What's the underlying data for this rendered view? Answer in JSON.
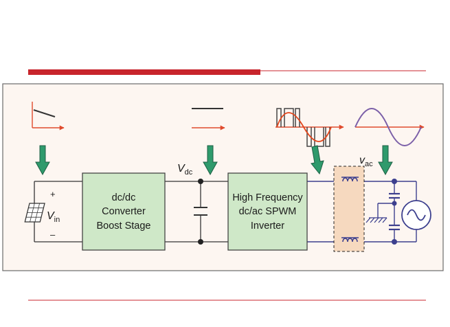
{
  "blocks": {
    "converter": {
      "line1": "dc/dc",
      "line2": "Converter",
      "line3": "Boost Stage"
    },
    "inverter": {
      "line1": "High Frequency",
      "line2": "dc/ac SPWM",
      "line3": "Inverter"
    }
  },
  "labels": {
    "v_in": {
      "symbol": "V",
      "sub": "in"
    },
    "v_dc": {
      "symbol": "V",
      "sub": "dc"
    },
    "v_ac": {
      "symbol": "v",
      "sub": "ac"
    },
    "plus": "+",
    "minus": "–"
  },
  "colors": {
    "accent_bar": "#c8252c",
    "block_fill": "#cfe8c8",
    "filter_fill": "#f6d9bf",
    "arrow_green": "#2f9a6c",
    "wire_blue": "#3c3f8e",
    "sine_red": "#e2451b",
    "sine_purple": "#7b5fa8",
    "axis_red": "#e04a2c",
    "panel_bg": "#fdf6f1"
  }
}
